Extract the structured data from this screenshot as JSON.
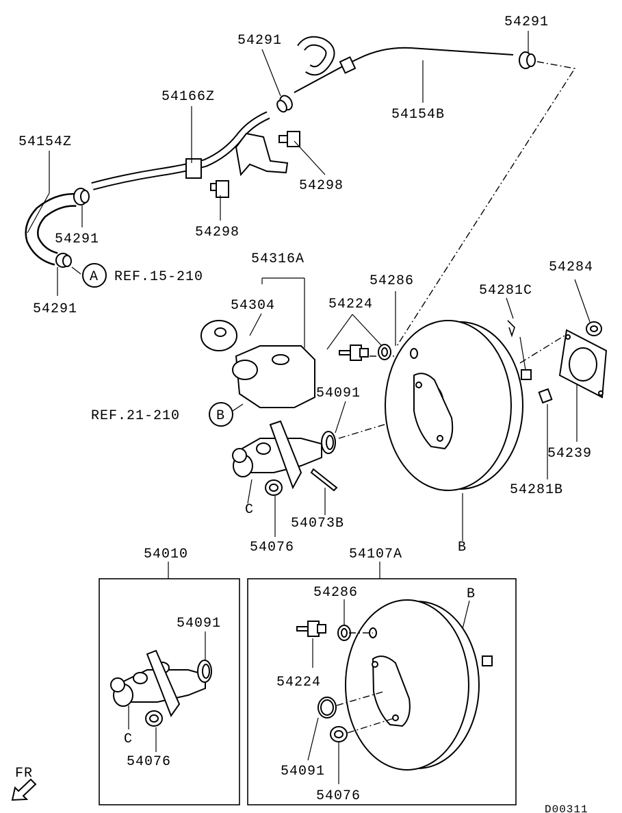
{
  "diagram_code": "D00311",
  "orientation_label": "FR",
  "hoses": {
    "left_hose": "54154Z",
    "mid_pipe": "54166Z",
    "right_hose": "54154B",
    "clamp_top_mid": "54291",
    "clamp_top_right": "54291",
    "clamp_left_upper": "54291",
    "clamp_left_lower": "54291",
    "bolt_upper": "54298",
    "bolt_lower": "54298"
  },
  "refs": {
    "ref_a_circle": "A",
    "ref_a_text": "REF.15-210",
    "ref_b_circle": "B",
    "ref_b_text": "REF.21-210"
  },
  "master_cylinder": {
    "assembly": "54316A",
    "reservoir_cap": "54304",
    "seal_ring": "54091",
    "sensor": "54073B",
    "nut": "54076",
    "port_label": "C"
  },
  "booster": {
    "check_valve": "54224",
    "grommet": "54286",
    "clip": "54281C",
    "nut": "54284",
    "gasket": "54239",
    "pin": "54281B",
    "body_label": "B"
  },
  "boxes": {
    "left_title": "54010",
    "left_seal": "54091",
    "left_nut": "54076",
    "left_port": "C",
    "right_title": "54107A",
    "right_grommet": "54286",
    "right_valve": "54224",
    "right_seal": "54091",
    "right_nut": "54076",
    "right_body": "B"
  }
}
